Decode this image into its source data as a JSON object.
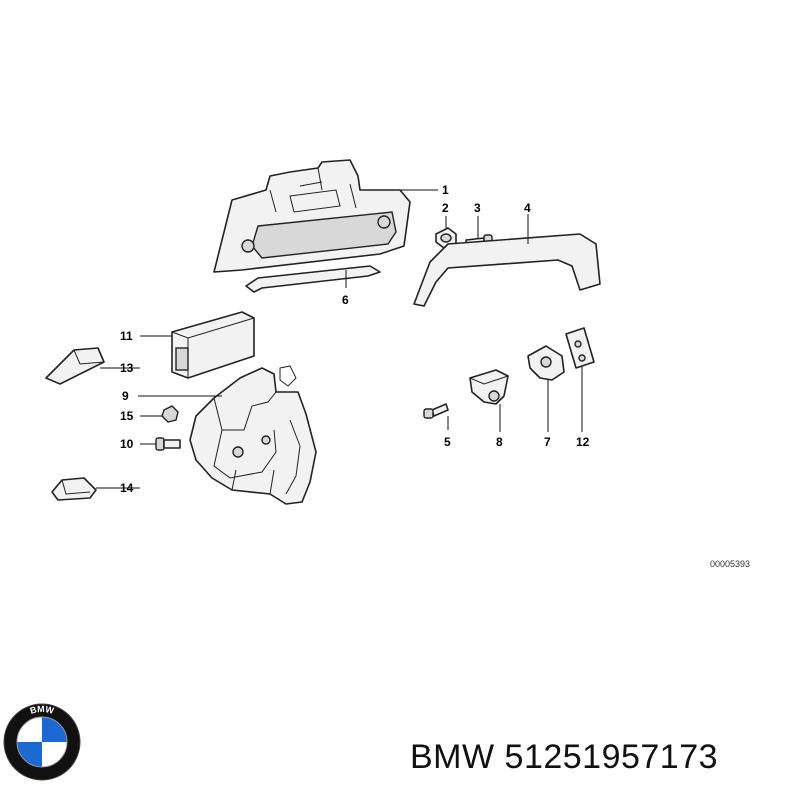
{
  "diagram": {
    "callouts": [
      "1",
      "2",
      "3",
      "4",
      "5",
      "6",
      "7",
      "8",
      "9",
      "10",
      "11",
      "12",
      "13",
      "14",
      "15"
    ],
    "document_number": "00005393"
  },
  "brand": {
    "logo_text": "BMW",
    "caption": "BMW 51251957173",
    "logo_colors": {
      "ring": "#111111",
      "blue": "#1c69d4",
      "white": "#ffffff"
    }
  }
}
